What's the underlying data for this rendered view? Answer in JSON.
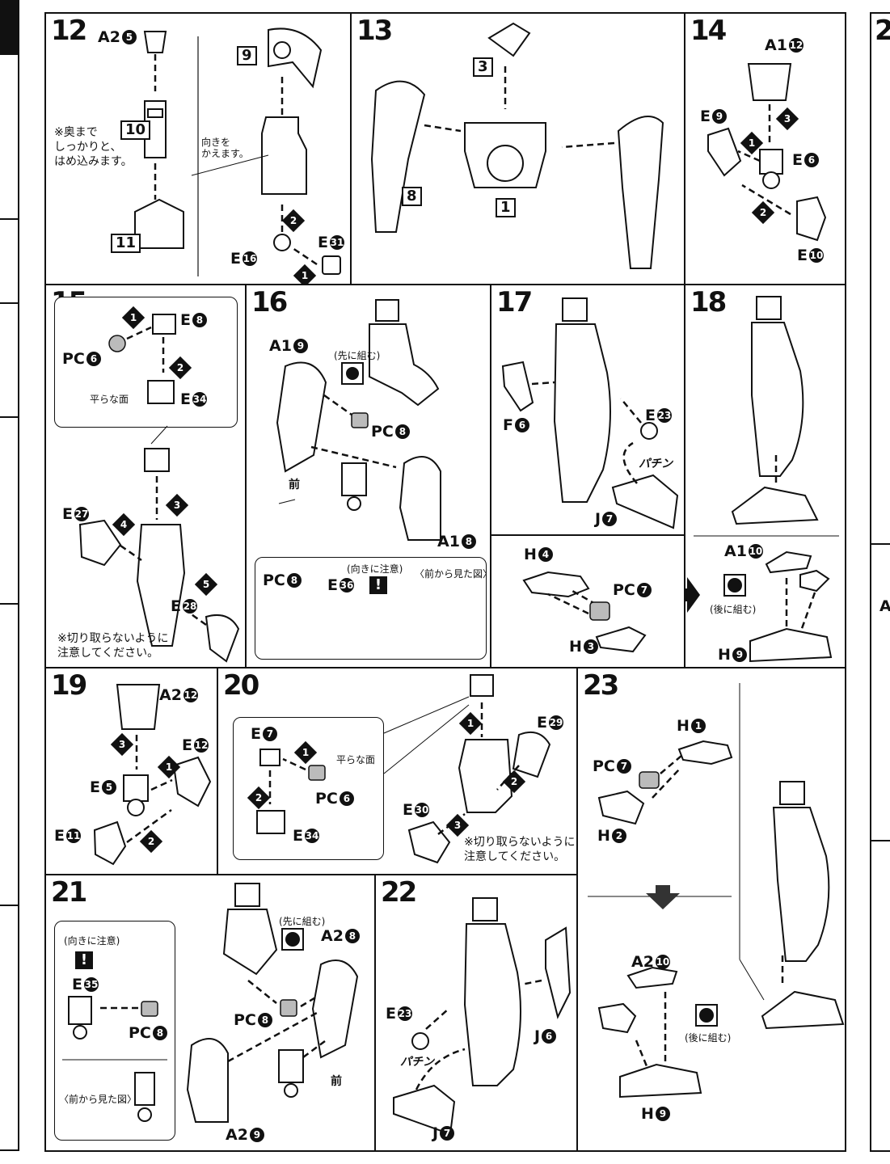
{
  "steps": {
    "s12": {
      "num": "12",
      "a2": "A2",
      "n_a2": "5",
      "e16": "E",
      "n_e16": "16",
      "e31": "E",
      "n_e31": "31",
      "p9": "9",
      "p10": "10",
      "p11": "11",
      "note": "※奥まで\nしっかりと、\nはめ込みます。",
      "turn": "向きを\nかえます。"
    },
    "s13": {
      "num": "13",
      "p1": "1",
      "p3": "3",
      "p8": "8"
    },
    "s14": {
      "num": "14",
      "a1": "A1",
      "n_a1": "12",
      "e9": "E",
      "n_e9": "9",
      "e6": "E",
      "n_e6": "6",
      "e10": "E",
      "n_e10": "10"
    },
    "s15": {
      "num": "15",
      "e8": "E",
      "n_e8": "8",
      "pc6": "PC",
      "n_pc6": "6",
      "flat": "平らな面",
      "e34": "E",
      "n_e34": "34",
      "e27": "E",
      "n_e27": "27",
      "e28": "E",
      "n_e28": "28",
      "caution": "※切り取らないように\n注意してください。"
    },
    "s16": {
      "num": "16",
      "a19": "A1",
      "n_a19": "9",
      "first": "(先に組む)",
      "pc8": "PC",
      "n_pc8": "8",
      "front": "前",
      "a18": "A1",
      "n_a18": "8",
      "dir": "(向きに注意)",
      "e36": "E",
      "n_e36": "36",
      "pc8b": "PC",
      "n_pc8b": "8",
      "fromfront": "〈前から見た図〉"
    },
    "s17": {
      "num": "17",
      "f6": "F",
      "n_f6": "6",
      "e23": "E",
      "n_e23": "23",
      "snap": "パチン",
      "j7": "J",
      "n_j7": "7",
      "h4": "H",
      "n_h4": "4",
      "pc7": "PC",
      "n_pc7": "7",
      "h3": "H",
      "n_h3": "3"
    },
    "s18": {
      "num": "18",
      "a110": "A1",
      "n_a110": "10",
      "after": "(後に組む)",
      "h9": "H",
      "n_h9": "9"
    },
    "s19": {
      "num": "19",
      "a212": "A2",
      "n_a212": "12",
      "e12": "E",
      "n_e12": "12",
      "e5": "E",
      "n_e5": "5",
      "e11": "E",
      "n_e11": "11"
    },
    "s20": {
      "num": "20",
      "e7": "E",
      "n_e7": "7",
      "flat": "平らな面",
      "pc6": "PC",
      "n_pc6": "6",
      "e34": "E",
      "n_e34": "34",
      "e29": "E",
      "n_e29": "29",
      "e30": "E",
      "n_e30": "30",
      "caution": "※切り取らないように\n注意してください。"
    },
    "s21": {
      "num": "21",
      "dir": "(向きに注意)",
      "e35": "E",
      "n_e35": "35",
      "pc8": "PC",
      "n_pc8": "8",
      "fromfront": "〈前から見た図〉",
      "first": "(先に組む)",
      "a28": "A2",
      "n_a28": "8",
      "pc8b": "PC",
      "n_pc8b": "8",
      "front": "前",
      "a29": "A2",
      "n_a29": "9"
    },
    "s22": {
      "num": "22",
      "e23": "E",
      "n_e23": "23",
      "j6": "J",
      "n_j6": "6",
      "snap": "パチン",
      "j7": "J",
      "n_j7": "7"
    },
    "s23": {
      "num": "23",
      "h1": "H",
      "n_h1": "1",
      "pc7": "PC",
      "n_pc7": "7",
      "h2": "H",
      "n_h2": "2",
      "a210": "A2",
      "n_a210": "10",
      "after": "(後に組む)",
      "h9": "H",
      "n_h9": "9"
    }
  },
  "edge": {
    "right_step": "2",
    "a_label": "A"
  },
  "order_marks": [
    "1",
    "2",
    "3",
    "4",
    "5"
  ]
}
